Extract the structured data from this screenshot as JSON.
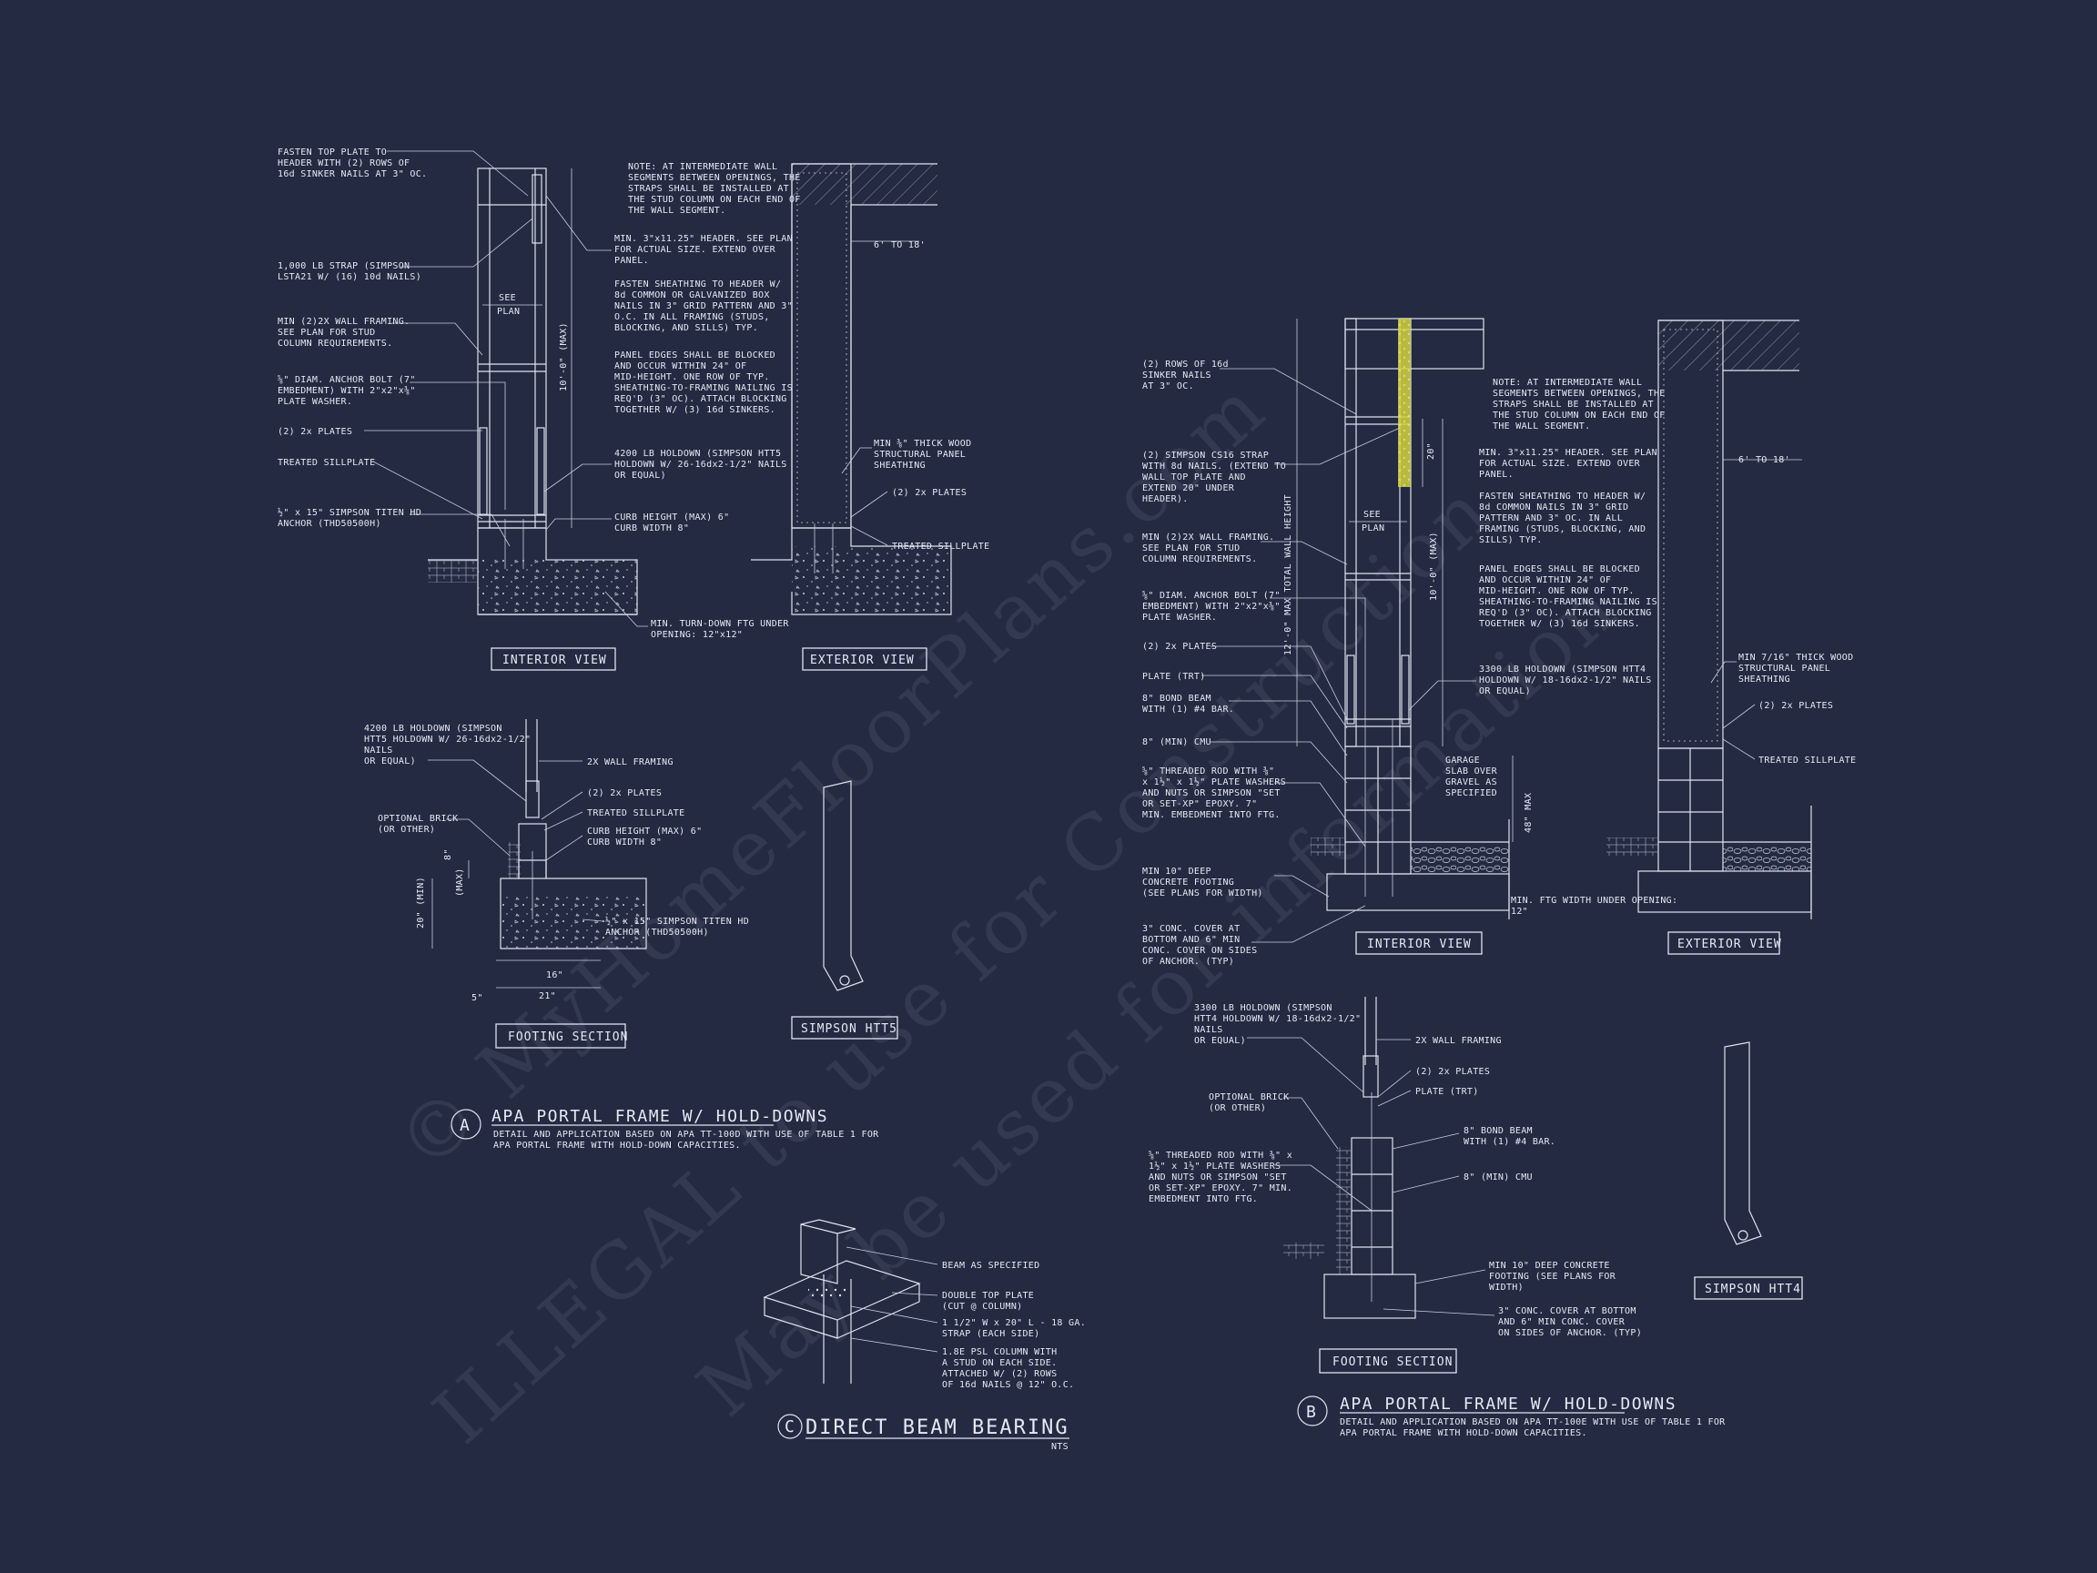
{
  "watermark": {
    "line1": "© MyHomeFloorPlans.com",
    "line2": "ILLEGAL to use for Construction",
    "line3": "May be used for information"
  },
  "detail_a": {
    "marker": "A",
    "title": "APA PORTAL FRAME W/ HOLD-DOWNS",
    "desc1": "DETAIL AND APPLICATION BASED ON APA TT-100D WITH USE OF TABLE 1 FOR",
    "desc2": "APA PORTAL FRAME WITH HOLD-DOWN CAPACITIES.",
    "interior_label": "INTERIOR VIEW",
    "exterior_label": "EXTERIOR VIEW",
    "footing_label": "FOOTING SECTION",
    "strap_label": "SIMPSON HTT5",
    "see_plan": "SEE",
    "see_plan2": "PLAN",
    "dim_height": "10'-0\" (MAX)",
    "dim_6to18": "6' TO 18'",
    "notes_left": [
      [
        "FASTEN TOP PLATE TO",
        "HEADER WITH (2) ROWS OF",
        "16d SINKER NAILS AT 3\" OC."
      ],
      [
        "1,000 LB STRAP (SIMPSON",
        "LSTA21 W/ (16) 10d NAILS)"
      ],
      [
        "MIN (2)2X WALL FRAMING.",
        "SEE PLAN FOR STUD",
        "COLUMN REQUIREMENTS."
      ],
      [
        "⅝\" DIAM. ANCHOR BOLT (7\"",
        "EMBEDMENT) WITH 2\"x2\"x⅜\"",
        "PLATE WASHER."
      ],
      [
        "(2) 2x PLATES"
      ],
      [
        "TREATED SILLPLATE"
      ],
      [
        "½\" x 15\" SIMPSON TITEN HD",
        "ANCHOR (THD50500H)"
      ]
    ],
    "notes_mid": [
      [
        "NOTE: AT INTERMEDIATE WALL",
        "SEGMENTS BETWEEN OPENINGS, THE",
        "STRAPS SHALL BE INSTALLED AT",
        "THE STUD COLUMN ON EACH END OF",
        "THE WALL SEGMENT."
      ],
      [
        "MIN. 3\"x11.25\" HEADER. SEE PLAN",
        "FOR ACTUAL SIZE. EXTEND OVER",
        "PANEL."
      ],
      [
        "FASTEN SHEATHING TO HEADER W/",
        "8d COMMON OR GALVANIZED BOX",
        "NAILS IN 3\" GRID PATTERN AND 3\"",
        "O.C. IN ALL FRAMING (STUDS,",
        "BLOCKING, AND SILLS) TYP."
      ],
      [
        "PANEL EDGES SHALL BE BLOCKED",
        "AND OCCUR WITHIN 24\" OF",
        "MID-HEIGHT. ONE ROW OF TYP.",
        "SHEATHING-TO-FRAMING NAILING IS",
        "REQ'D (3\" OC). ATTACH BLOCKING",
        "TOGETHER W/ (3) 16d SINKERS."
      ],
      [
        "4200 LB HOLDOWN (SIMPSON HTT5",
        "HOLDOWN W/ 26-16dx2-1/2\" NAILS",
        "OR EQUAL)"
      ],
      [
        "CURB HEIGHT (MAX) 6\"",
        "CURB WIDTH 8\""
      ],
      [
        "MIN. TURN-DOWN FTG UNDER",
        "OPENING: 12\"x12\""
      ]
    ],
    "notes_ext": [
      [
        "MIN ⅜\" THICK WOOD",
        "STRUCTURAL PANEL",
        "SHEATHING"
      ],
      [
        "(2) 2x PLATES"
      ],
      [
        "TREATED SILLPLATE"
      ]
    ],
    "notes_footing": [
      [
        "4200 LB HOLDOWN (SIMPSON",
        "HTT5 HOLDOWN W/ 26-16dx2-1/2\"",
        "NAILS",
        "OR EQUAL)"
      ],
      [
        "2X WALL FRAMING"
      ],
      [
        "(2) 2x PLATES"
      ],
      [
        "TREATED SILLPLATE"
      ],
      [
        "CURB HEIGHT (MAX) 6\"",
        "CURB WIDTH 8\""
      ],
      [
        "OPTIONAL BRICK",
        "(OR OTHER)"
      ],
      [
        "½\" x 15\" SIMPSON TITEN HD",
        "ANCHOR (THD50500H)"
      ]
    ],
    "dims_footing": [
      "8\"",
      "(MAX)",
      "20\" (MIN)",
      "16\"",
      "21\"",
      "5\""
    ]
  },
  "detail_b": {
    "marker": "B",
    "title": "APA PORTAL FRAME W/ HOLD-DOWNS",
    "desc1": "DETAIL AND APPLICATION BASED ON APA TT-100E WITH USE OF TABLE 1 FOR",
    "desc2": "APA PORTAL FRAME WITH HOLD-DOWN CAPACITIES.",
    "interior_label": "INTERIOR VIEW",
    "exterior_label": "EXTERIOR VIEW",
    "footing_label": "FOOTING SECTION",
    "strap_label": "SIMPSON HTT4",
    "see_plan": "SEE",
    "see_plan2": "PLAN",
    "dim_total": "12'-0\" MAX TOTAL WALL HEIGHT",
    "dim_height": "10'-0\" (MAX)",
    "dim_20": "20\"",
    "dim_48": "48\" MAX",
    "dim_6to18": "6' TO 18'",
    "notes_left": [
      [
        "(2) ROWS OF 16d",
        "SINKER NAILS",
        "AT 3\" OC."
      ],
      [
        "(2) SIMPSON CS16 STRAP",
        "WITH 8d NAILS. (EXTEND TO",
        "WALL TOP PLATE AND",
        "EXTEND 20\" UNDER",
        "HEADER)."
      ],
      [
        "MIN (2)2X WALL FRAMING.",
        "SEE PLAN FOR STUD",
        "COLUMN REQUIREMENTS."
      ],
      [
        "⅝\" DIAM. ANCHOR BOLT (7\"",
        "EMBEDMENT) WITH 2\"x2\"x⅜\"",
        "PLATE WASHER."
      ],
      [
        "(2) 2x PLATES"
      ],
      [
        "PLATE (TRT)"
      ],
      [
        "8\" BOND BEAM",
        "WITH (1) #4 BAR."
      ],
      [
        "8\" (MIN) CMU"
      ],
      [
        "⅝\" THREADED ROD WITH ⅜\"",
        "x 1½\" x 1½\" PLATE WASHERS",
        "AND NUTS OR SIMPSON \"SET",
        "OR SET-XP\" EPOXY. 7\"",
        "MIN. EMBEDMENT INTO FTG."
      ],
      [
        "MIN 10\" DEEP",
        "CONCRETE FOOTING",
        "(SEE PLANS FOR WIDTH)"
      ],
      [
        "3\" CONC. COVER AT",
        "BOTTOM AND 6\" MIN",
        "CONC. COVER ON SIDES",
        "OF ANCHOR. (TYP)"
      ]
    ],
    "notes_mid": [
      [
        "NOTE: AT INTERMEDIATE WALL",
        "SEGMENTS BETWEEN OPENINGS, THE",
        "STRAPS SHALL BE INSTALLED AT",
        "THE STUD COLUMN ON EACH END OF",
        "THE WALL SEGMENT."
      ],
      [
        "MIN. 3\"x11.25\" HEADER. SEE PLAN",
        "FOR ACTUAL SIZE. EXTEND OVER",
        "PANEL."
      ],
      [
        "FASTEN SHEATHING TO HEADER W/",
        "8d COMMON NAILS IN 3\" GRID",
        "PATTERN AND 3\" OC. IN ALL",
        "FRAMING (STUDS, BLOCKING, AND",
        "SILLS) TYP."
      ],
      [
        "PANEL EDGES SHALL BE BLOCKED",
        "AND OCCUR WITHIN 24\" OF",
        "MID-HEIGHT. ONE ROW OF TYP.",
        "SHEATHING-TO-FRAMING NAILING IS",
        "REQ'D (3\" OC). ATTACH BLOCKING",
        "TOGETHER W/ (3) 16d SINKERS."
      ],
      [
        "3300 LB HOLDOWN (SIMPSON HTT4",
        "HOLDOWN W/ 18-16dx2-1/2\" NAILS",
        "OR EQUAL)"
      ],
      [
        "GARAGE",
        "SLAB OVER",
        "GRAVEL AS",
        "SPECIFIED"
      ],
      [
        "MIN. FTG WIDTH UNDER OPENING:",
        "12\""
      ]
    ],
    "notes_ext": [
      [
        "MIN 7/16\" THICK WOOD",
        "STRUCTURAL PANEL",
        "SHEATHING"
      ],
      [
        "(2) 2x PLATES"
      ],
      [
        "TREATED SILLPLATE"
      ]
    ],
    "notes_footing": [
      [
        "3300 LB HOLDOWN (SIMPSON",
        "HTT4 HOLDOWN W/ 18-16dx2-1/2\"",
        "NAILS",
        "OR EQUAL)"
      ],
      [
        "2X WALL FRAMING"
      ],
      [
        "(2) 2x PLATES"
      ],
      [
        "PLATE (TRT)"
      ],
      [
        "OPTIONAL BRICK",
        "(OR OTHER)"
      ],
      [
        "8\" BOND BEAM",
        "WITH (1) #4 BAR."
      ],
      [
        "8\" (MIN) CMU"
      ],
      [
        "⅝\" THREADED ROD WITH ⅜\" x",
        "1½\" x 1½\" PLATE WASHERS",
        "AND NUTS OR SIMPSON \"SET",
        "OR SET-XP\" EPOXY. 7\" MIN.",
        "EMBEDMENT INTO FTG."
      ],
      [
        "MIN 10\" DEEP CONCRETE",
        "FOOTING (SEE PLANS FOR",
        "WIDTH)"
      ],
      [
        "3\" CONC. COVER AT BOTTOM",
        "AND 6\" MIN CONC. COVER",
        "ON SIDES OF ANCHOR. (TYP)"
      ]
    ]
  },
  "detail_c": {
    "marker": "C",
    "title": "DIRECT BEAM BEARING",
    "scale": "NTS",
    "notes": [
      [
        "BEAM AS SPECIFIED"
      ],
      [
        "DOUBLE TOP PLATE",
        "(CUT @ COLUMN)"
      ],
      [
        "1 1/2\" W x 20\" L - 18 GA.",
        "STRAP (EACH SIDE)"
      ],
      [
        "1.8E PSL COLUMN WITH",
        "A STUD ON EACH SIDE.",
        "ATTACHED W/ (2) ROWS",
        "OF 16d NAILS @ 12\" O.C."
      ]
    ]
  }
}
